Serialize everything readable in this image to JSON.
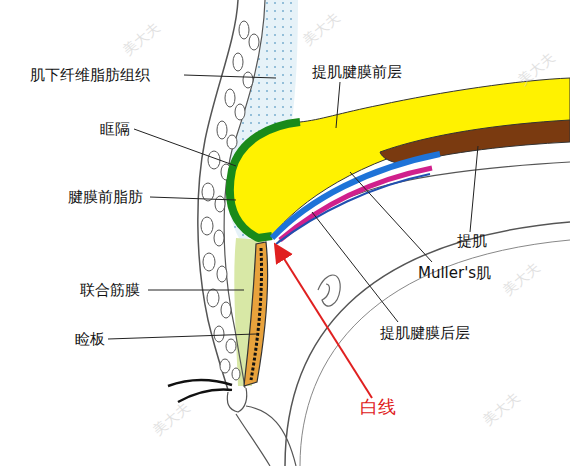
{
  "diagram": {
    "labels": [
      "肌下纤维脂肪组织",
      "提肌腱膜前层",
      "眶隔",
      "腱膜前脂肪",
      "提肌",
      "Muller's肌",
      "联合筋膜",
      "提肌腱膜后层",
      "睑板",
      "白线",
      "美大夫",
      "美大夫",
      "美大夫",
      "美大夫",
      "美大夫",
      "美大夫"
    ]
  }
}
